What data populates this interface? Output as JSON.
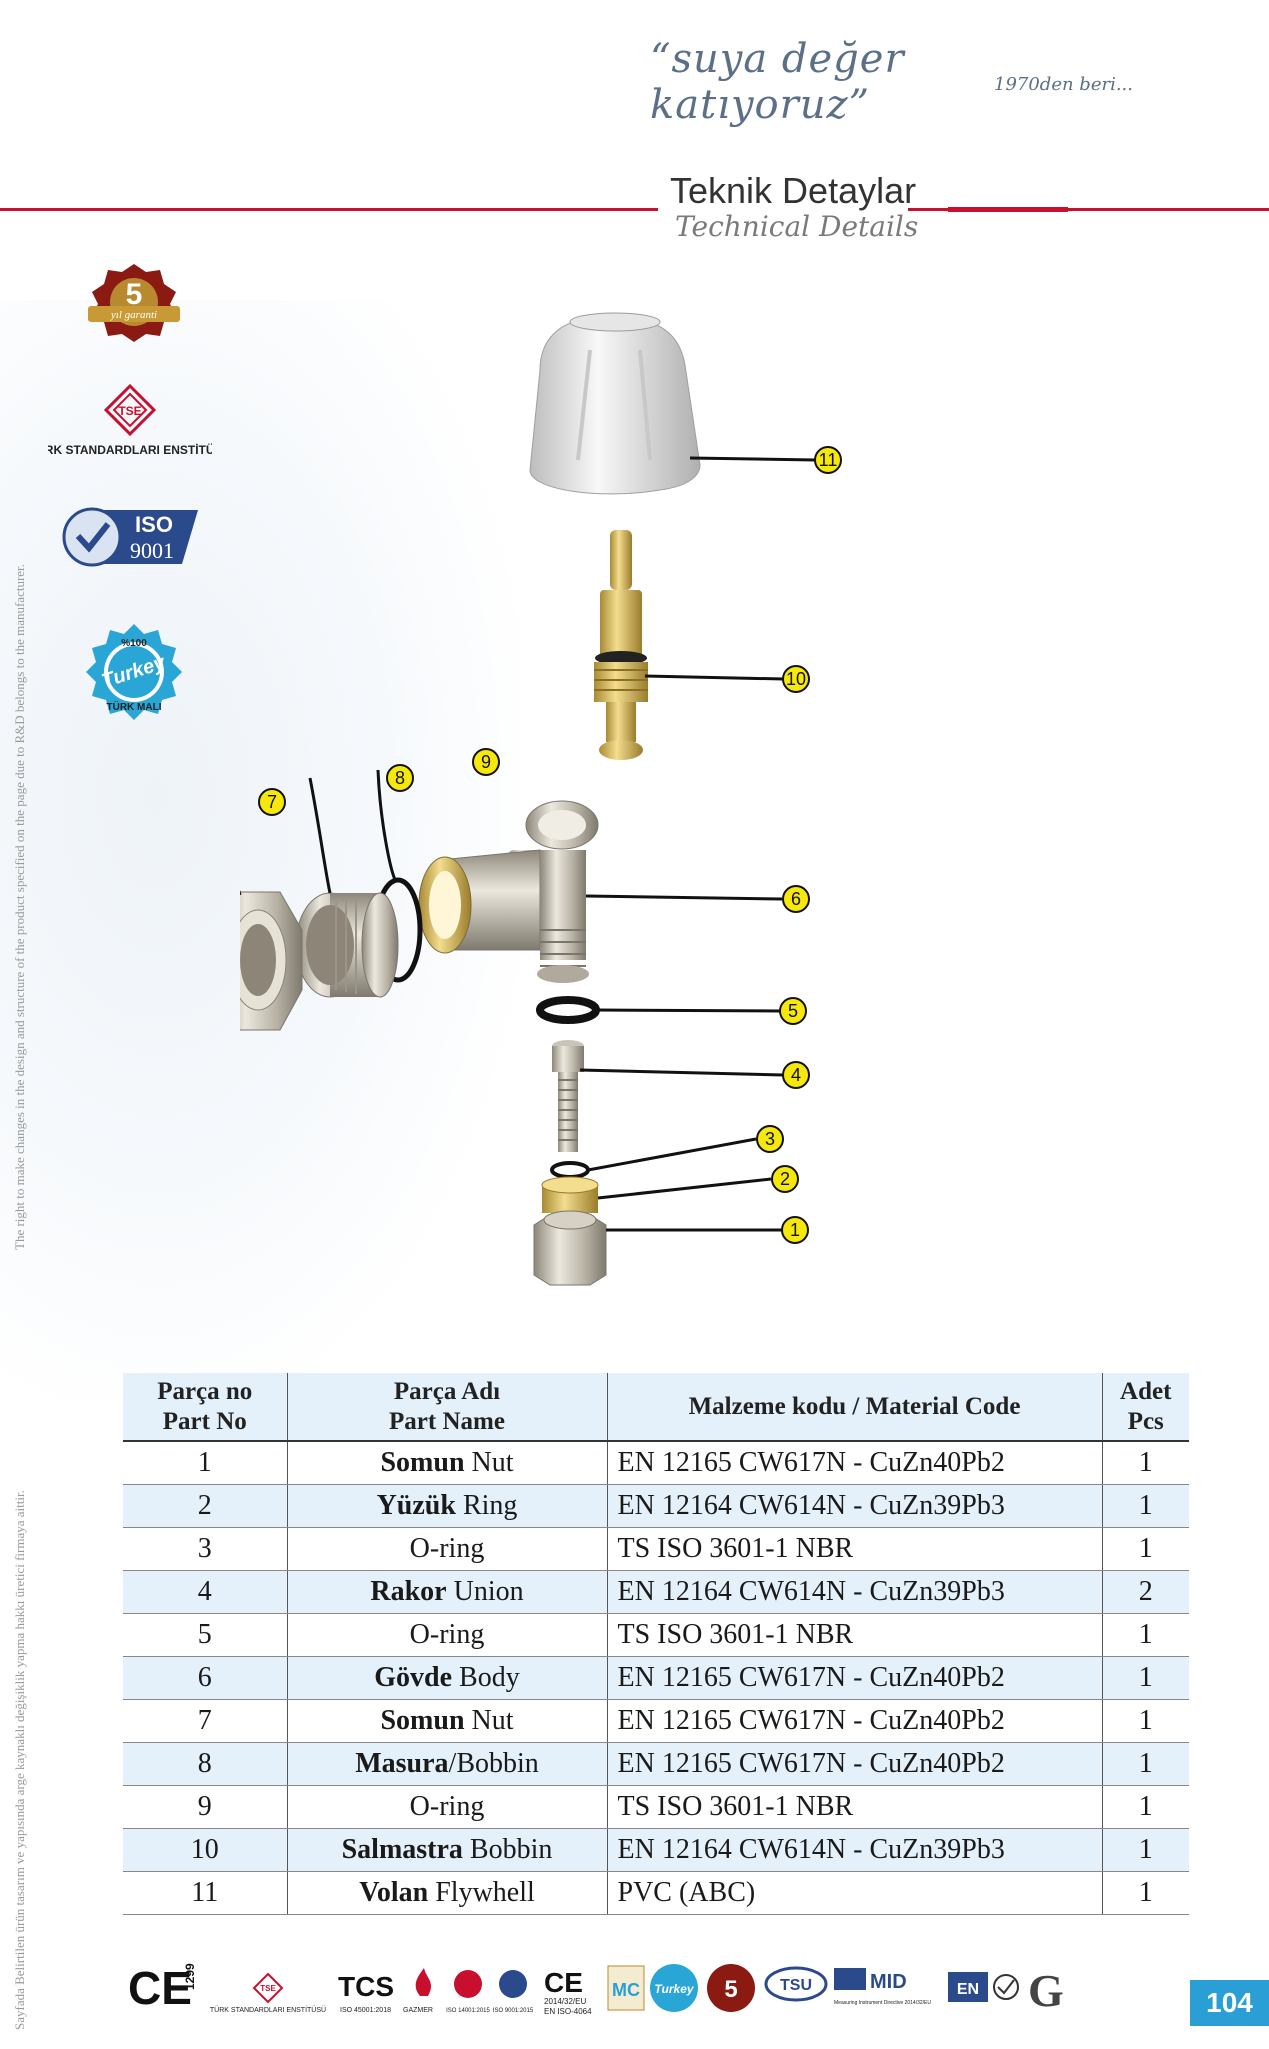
{
  "header": {
    "slogan": "“suya değer katıyoruz”",
    "since": "1970den beri...",
    "title_tr": "Teknik Detaylar",
    "title_en": "Technical Details"
  },
  "side_text": {
    "english": "The right to make changes in the design and structure of the product specified on the page due to R&D belongs to the manufacturer.",
    "turkish": "Sayfada Belirtilen ürün tasarım ve yapısında arge kaynaklı değişiklik yapma hakkı üretici firmaya aittir."
  },
  "badges": {
    "warranty_number": "5",
    "warranty_text": "yıl garanti",
    "tse_mark": "TSE",
    "tse_text": "TÜRK STANDARDLARI ENSTİTÜSÜ",
    "iso_top": "ISO",
    "iso_bottom": "9001",
    "turkey_pct": "%100",
    "turkey_text": "Turkey",
    "turkey_sub": "TÜRK MALI"
  },
  "diagram": {
    "callouts": [
      "1",
      "2",
      "3",
      "4",
      "5",
      "6",
      "7",
      "8",
      "9",
      "10",
      "11"
    ],
    "colors": {
      "callout_fill": "#f5e80a",
      "brass": "#d8b85a",
      "nickel": "#c9c4b8",
      "handle": "#e9e9e9"
    }
  },
  "table": {
    "headers": {
      "part_no_tr": "Parça no",
      "part_no_en": "Part No",
      "part_name_tr": "Parça Adı",
      "part_name_en": "Part Name",
      "material_code": "Malzeme kodu / Material Code",
      "qty_tr": "Adet",
      "qty_en": "Pcs"
    },
    "rows": [
      {
        "no": "1",
        "name_bold": "Somun",
        "name_rest": " Nut",
        "code": "EN 12165 CW617N - CuZn40Pb2",
        "qty": "1"
      },
      {
        "no": "2",
        "name_bold": "Yüzük",
        "name_rest": " Ring",
        "code": "EN 12164 CW614N - CuZn39Pb3",
        "qty": "1"
      },
      {
        "no": "3",
        "name_bold": "",
        "name_rest": "O-ring",
        "code": "TS ISO 3601-1 NBR",
        "qty": "1"
      },
      {
        "no": "4",
        "name_bold": "Rakor",
        "name_rest": " Union",
        "code": "EN 12164 CW614N - CuZn39Pb3",
        "qty": "2"
      },
      {
        "no": "5",
        "name_bold": "",
        "name_rest": "O-ring",
        "code": "TS ISO 3601-1 NBR",
        "qty": "1"
      },
      {
        "no": "6",
        "name_bold": "Gövde",
        "name_rest": " Body",
        "code": "EN 12165 CW617N - CuZn40Pb2",
        "qty": "1"
      },
      {
        "no": "7",
        "name_bold": "Somun",
        "name_rest": " Nut",
        "code": "EN 12165 CW617N - CuZn40Pb2",
        "qty": "1"
      },
      {
        "no": "8",
        "name_bold": "Masura",
        "name_rest": "/Bobbin",
        "code": "EN 12165 CW617N - CuZn40Pb2",
        "qty": "1"
      },
      {
        "no": "9",
        "name_bold": "",
        "name_rest": "O-ring",
        "code": "TS ISO 3601-1 NBR",
        "qty": "1"
      },
      {
        "no": "10",
        "name_bold": "Salmastra",
        "name_rest": " Bobbin",
        "code": "EN 12164 CW614N - CuZn39Pb3",
        "qty": "1"
      },
      {
        "no": "11",
        "name_bold": "Volan",
        "name_rest": " Flywhell",
        "code": "PVC (ABC)",
        "qty": "1"
      }
    ]
  },
  "footer": {
    "ce_number": "1299",
    "tse_text": "TÜRK STANDARDLARI ENSTİTÜSÜ",
    "tcs": "TCS",
    "tcs_iso": "ISO 45001:2018",
    "gazmer": "GAZMER",
    "iso14001": "ISO 14001:2015",
    "iso9001": "ISO 9001:2015",
    "directive": "2014/32/EU",
    "en_iso": "EN ISO-4064",
    "tsu": "TSU",
    "mid": "MID",
    "mid_sub": "Measuring Instrument Directive 2014/32/EU",
    "en": "EN",
    "g": "G",
    "page_number": "104"
  }
}
